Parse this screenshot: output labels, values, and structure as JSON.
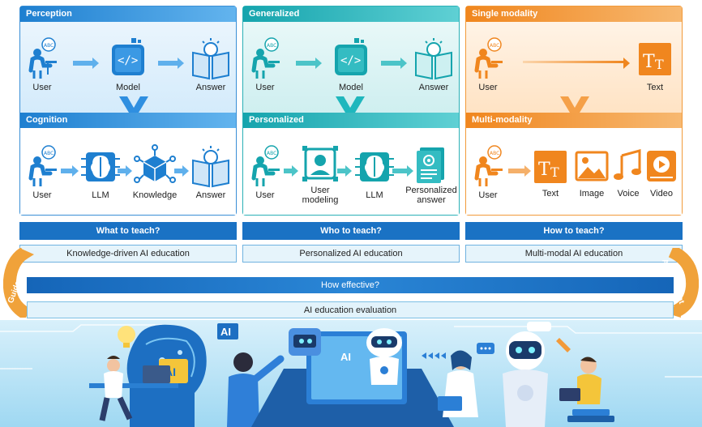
{
  "panels": [
    {
      "top_header": "Perception",
      "mid_header": "Cognition",
      "top_nodes": [
        "User",
        "Model",
        "Answer"
      ],
      "bottom_nodes": [
        "User",
        "LLM",
        "Knowledge",
        "Answer"
      ],
      "question": "What to teach?",
      "label": "Knowledge-driven AI education"
    },
    {
      "top_header": "Generalized",
      "mid_header": "Personalized",
      "top_nodes": [
        "User",
        "Model",
        "Answer"
      ],
      "bottom_nodes": [
        "User",
        "User modeling",
        "LLM",
        "Personalized answer"
      ],
      "question": "Who to teach?",
      "label": "Personalized AI education"
    },
    {
      "top_header": "Single modality",
      "mid_header": "Multi-modality",
      "top_nodes": [
        "User",
        "Text"
      ],
      "bottom_nodes": [
        "User",
        "Text",
        "Image",
        "Voice",
        "Video"
      ],
      "question": "How to teach?",
      "label": "Multi-modal AI education"
    }
  ],
  "evaluation": {
    "question": "How effective?",
    "label": "AI education evaluation"
  },
  "loop": {
    "left": "Guidance",
    "right": "Assessment"
  },
  "illustration": {
    "ai_badge_1": "AI",
    "ai_badge_2": "AI",
    "ai_badge_3": "AI",
    "bubble_text": "ABC"
  },
  "colors": {
    "blue": "#1e7fd0",
    "teal": "#15a4ad",
    "orange": "#f0861e",
    "navy": "#1565b8"
  }
}
